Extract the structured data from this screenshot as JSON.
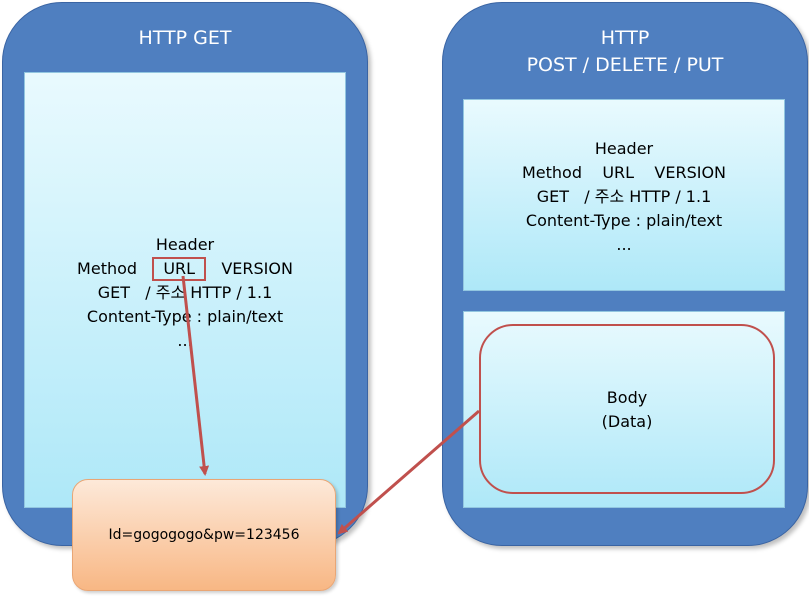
{
  "get_panel": {
    "title": "HTTP GET",
    "header": {
      "title": "Header",
      "method_label": "Method",
      "url_label": "URL",
      "version_label": "VERSION",
      "request_line": "GET   / 주소 HTTP / 1.1",
      "content_type": "Content-Type : plain/text",
      "ellipsis": "..."
    }
  },
  "post_panel": {
    "title_line1": "HTTP",
    "title_line2": "POST / DELETE / PUT",
    "header": {
      "title": "Header",
      "method_line": "Method    URL    VERSION",
      "request_line": "GET   / 주소 HTTP / 1.1",
      "content_type": "Content-Type : plain/text",
      "ellipsis": "..."
    },
    "body": {
      "title": "Body",
      "subtitle": "(Data)"
    }
  },
  "data_box": {
    "text": "Id=gogogogo&pw=123456"
  },
  "colors": {
    "panel": "#4f7fc0",
    "highlight": "#c0504d",
    "data_box": "#f8b784"
  }
}
